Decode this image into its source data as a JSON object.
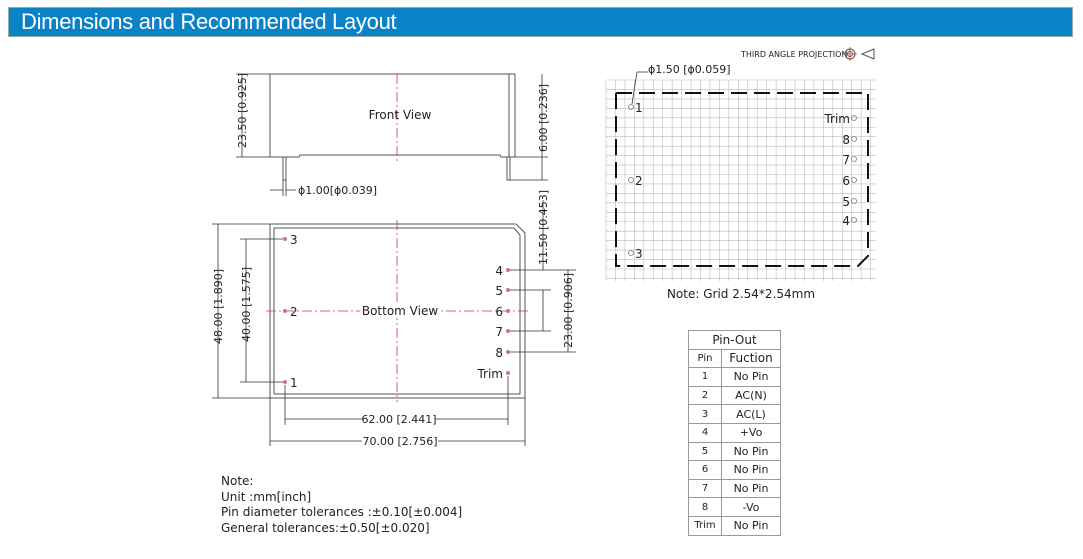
{
  "header": {
    "title": "Dimensions and Recommended Layout"
  },
  "front_view": {
    "label": "Front View",
    "height_dim": "23.50 [0.925]",
    "pin_length_dim": "6.00 [0.236]",
    "pin_diameter_dim": "ϕ1.00[ϕ0.039]"
  },
  "bottom_view": {
    "label": "Bottom View",
    "height_dim": "48.00 [1.890]",
    "pin_span_dim": "40.00 [1.575]",
    "offset_dim": "11.50 [0.453]",
    "right_span_dim": "23.00 [0.906]",
    "pin_width_dim": "62.00 [2.441]",
    "width_dim": "70.00 [2.756]",
    "left_pins": [
      "3",
      "2",
      "1"
    ],
    "right_pins": [
      "4",
      "5",
      "6",
      "7",
      "8",
      "Trim"
    ]
  },
  "layout": {
    "projection": "THIRD ANGLE PROJECTION",
    "hole_dim": "ϕ1.50 [ϕ0.059]",
    "grid_note": "Note: Grid 2.54*2.54mm",
    "left_pins": [
      "1",
      "2",
      "3"
    ],
    "right_pins": [
      "Trim",
      "8",
      "7",
      "6",
      "5",
      "4"
    ]
  },
  "pinout": {
    "title": "Pin-Out",
    "col_pin": "Pin",
    "col_function": "Fuction",
    "rows": [
      {
        "pin": "1",
        "fn": "No Pin"
      },
      {
        "pin": "2",
        "fn": "AC(N)"
      },
      {
        "pin": "3",
        "fn": "AC(L)"
      },
      {
        "pin": "4",
        "fn": "+Vo"
      },
      {
        "pin": "5",
        "fn": "No Pin"
      },
      {
        "pin": "6",
        "fn": "No Pin"
      },
      {
        "pin": "7",
        "fn": "No Pin"
      },
      {
        "pin": "8",
        "fn": "-Vo"
      },
      {
        "pin": "Trim",
        "fn": "No Pin"
      }
    ]
  },
  "notes": [
    "Note:",
    "Unit :mm[inch]",
    "Pin diameter tolerances :±0.10[±0.004]",
    "General tolerances:±0.50[±0.020]"
  ],
  "colors": {
    "header_bg": "#0a82c8",
    "centerline": "#dd3333"
  }
}
